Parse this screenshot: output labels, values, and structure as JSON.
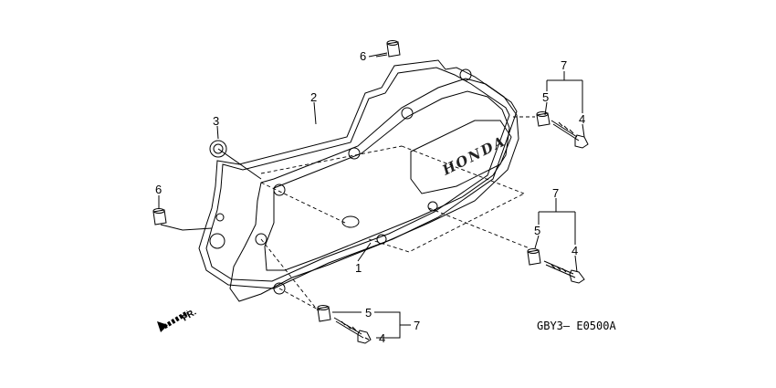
{
  "diagram": {
    "brand_text": "HONDA",
    "code": "GBY3— E0500A",
    "direction_label": "FR.",
    "callouts": {
      "cover": "1",
      "gasket": "2",
      "seal": "3",
      "bolt_top": "4",
      "bolt_mid": "4",
      "bolt_low": "4",
      "washer_top": "5",
      "washer_mid": "5",
      "washer_low": "5",
      "dowel_top": "6",
      "dowel_left": "6",
      "group_top": "7",
      "group_mid": "7",
      "group_low": "7"
    }
  }
}
